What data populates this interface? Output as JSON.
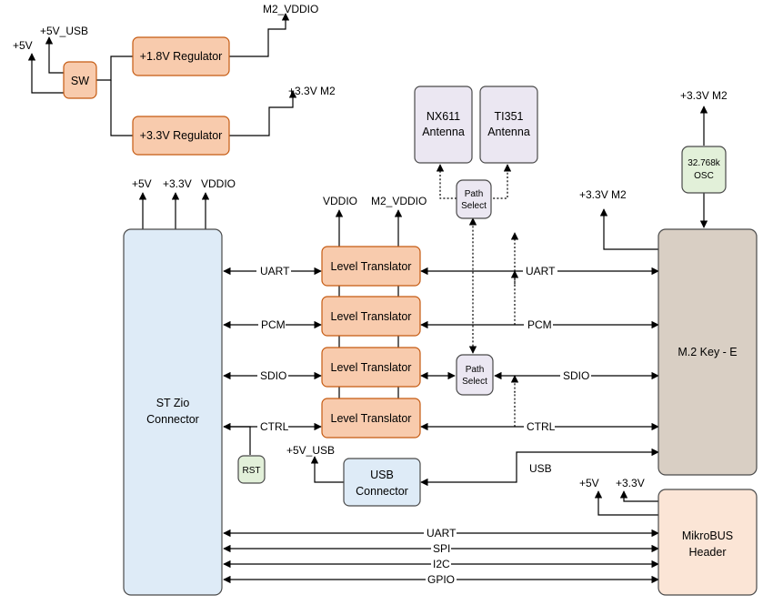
{
  "blocks": {
    "sw": "SW",
    "reg18": "+1.8V Regulator",
    "reg33": "+3.3V Regulator",
    "nx611": [
      "NX611",
      "Antenna"
    ],
    "ti351": [
      "TI351",
      "Antenna"
    ],
    "path_select_top": [
      "Path",
      "Select"
    ],
    "path_select_mid": [
      "Path",
      "Select"
    ],
    "osc": [
      "32.768k",
      "OSC"
    ],
    "st_zio": [
      "ST Zio",
      "Connector"
    ],
    "level_translators": [
      "Level Translator",
      "Level Translator",
      "Level Translator",
      "Level Translator"
    ],
    "rst": "RST",
    "usb_connector": [
      "USB",
      "Connector"
    ],
    "m2": "M.2 Key - E",
    "mikrobus": [
      "MikroBUS",
      "Header"
    ]
  },
  "labels": {
    "p5v": "+5V",
    "p5v_usb": "+5V_USB",
    "m2_vddio_top": "M2_VDDIO",
    "p33v_m2_top": "+3.3V M2",
    "zio_5v": "+5V",
    "zio_33v": "+3.3V",
    "zio_vddio": "VDDIO",
    "lt_vddio": "VDDIO",
    "lt_m2_vddio": "M2_VDDIO",
    "osc_33v_m2": "+3.3V M2",
    "m2_33v_m2": "+3.3V M2",
    "usb_5v_usb": "+5V_USB",
    "mik_5v": "+5V",
    "mik_33v": "+3.3V",
    "sig_uart_l": "UART",
    "sig_pcm_l": "PCM",
    "sig_sdio_l": "SDIO",
    "sig_ctrl_l": "CTRL",
    "sig_uart_r": "UART",
    "sig_pcm_r": "PCM",
    "sig_sdio_r": "SDIO",
    "sig_ctrl_r": "CTRL",
    "sig_usb": "USB",
    "bus_uart": "UART",
    "bus_spi": "SPI",
    "bus_i2c": "I2C",
    "bus_gpio": "GPIO"
  },
  "colors": {
    "orange_fill": "#f8cbad",
    "orange_stroke": "#c55a11",
    "blue_fill": "#deebf7",
    "blue_stroke": "#4a4a4a",
    "tan_fill": "#d9cfc4",
    "peach_fill": "#fbe5d6",
    "lavender_fill": "#ebe7f2",
    "green_fill": "#e2f0d9"
  }
}
